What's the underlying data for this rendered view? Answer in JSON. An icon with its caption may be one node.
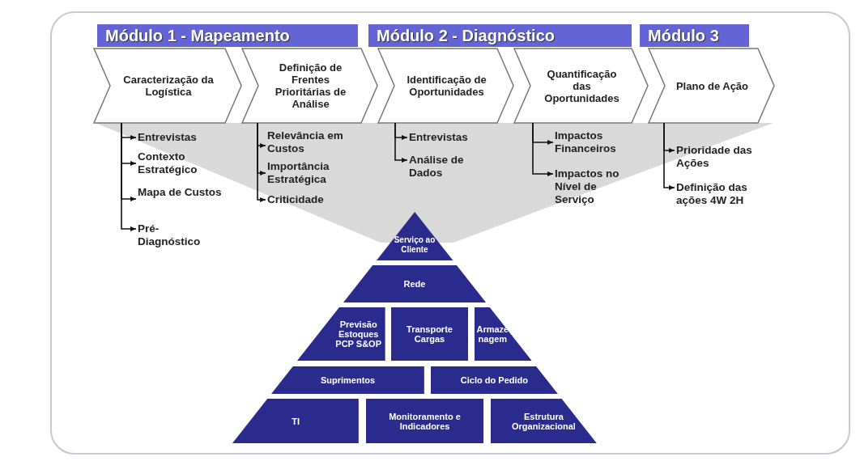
{
  "diagram": {
    "nodes": [
      {
        "text": [
          "Módulo 1 - Mapeamento"
        ]
      },
      {
        "text": [
          "Módulo 2 - Diagnóstico"
        ]
      },
      {
        "text": [
          "Módulo 3"
        ]
      },
      {
        "text": [
          "Caracterização da Logística"
        ]
      },
      {
        "text": [
          "Definição de Frentes Prioritárias de Análise"
        ]
      },
      {
        "text": [
          "Identificação de Oportunidades"
        ]
      },
      {
        "text": [
          "Quantificação das Oportunidades"
        ]
      },
      {
        "text": [
          "Plano de Ação"
        ]
      },
      {
        "text": [
          "Entrevistas"
        ]
      },
      {
        "text": [
          "Contexto Estratégico"
        ]
      },
      {
        "text": [
          "Mapa de Custos"
        ]
      },
      {
        "text": [
          "Pré-Diagnóstico"
        ]
      },
      {
        "text": [
          "Relevância em Custos"
        ]
      },
      {
        "text": [
          "Importância Estratégica"
        ]
      },
      {
        "text": [
          "Criticidade"
        ]
      },
      {
        "text": [
          "Entrevistas"
        ]
      },
      {
        "text": [
          "Análise de Dados"
        ]
      },
      {
        "text": [
          "Impactos Financeiros"
        ]
      },
      {
        "text": [
          "Impactos no Nível de Serviço"
        ]
      },
      {
        "text": [
          "Prioridade das Ações"
        ]
      },
      {
        "text": [
          "Definição das ações 4W 2H"
        ]
      },
      {
        "text": [
          "Serviço ao Cliente"
        ]
      },
      {
        "text": [
          "Rede"
        ]
      },
      {
        "text": [
          "Previsão Estoques PCP S&OP"
        ]
      },
      {
        "text": [
          "Transporte Cargas"
        ]
      },
      {
        "text": [
          "Armaze nagem"
        ]
      },
      {
        "text": [
          "Suprimentos"
        ]
      },
      {
        "text": [
          "Ciclo do Pedido"
        ]
      },
      {
        "text": [
          "TI"
        ]
      },
      {
        "text": [
          "Monitoramento e Indicadores"
        ]
      },
      {
        "text": [
          "Estrutura Organizacional"
        ]
      }
    ],
    "edges": [
      {
        "from": 3,
        "to": 8,
        "arrow": "to"
      },
      {
        "from": 3,
        "to": 9,
        "arrow": "to"
      },
      {
        "from": 3,
        "to": 10,
        "arrow": "to"
      },
      {
        "from": 3,
        "to": 11,
        "arrow": "to"
      },
      {
        "from": 4,
        "to": 12,
        "arrow": "to"
      },
      {
        "from": 4,
        "to": 13,
        "arrow": "to"
      },
      {
        "from": 4,
        "to": 14,
        "arrow": "to"
      },
      {
        "from": 5,
        "to": 15,
        "arrow": "to"
      },
      {
        "from": 5,
        "to": 16,
        "arrow": "to"
      },
      {
        "from": 6,
        "to": 17,
        "arrow": "to"
      },
      {
        "from": 6,
        "to": 18,
        "arrow": "to"
      },
      {
        "from": 7,
        "to": 19,
        "arrow": "to"
      },
      {
        "from": 7,
        "to": 20,
        "arrow": "to"
      }
    ]
  }
}
